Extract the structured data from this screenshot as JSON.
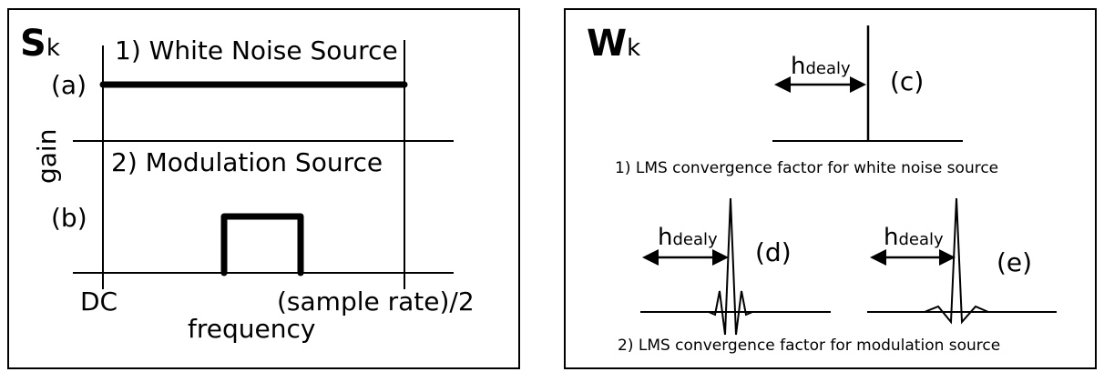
{
  "left_panel": {
    "symbol": "S",
    "symbol_sub": "k",
    "white_noise_title": "1) White Noise Source",
    "modulation_title": "2) Modulation Source",
    "label_a": "(a)",
    "label_b": "(b)",
    "y_axis_label": "gain",
    "x_label_dc": "DC",
    "x_label_nyquist": "(sample rate)/2",
    "x_axis_label": "frequency"
  },
  "right_panel": {
    "symbol": "W",
    "symbol_sub": "k",
    "delay_h": "h",
    "delay_sub": "dealy",
    "label_c": "(c)",
    "label_d": "(d)",
    "label_e": "(e)",
    "caption_white": "1) LMS convergence factor for white noise source",
    "caption_modulation": "2) LMS convergence factor for modulation source"
  }
}
